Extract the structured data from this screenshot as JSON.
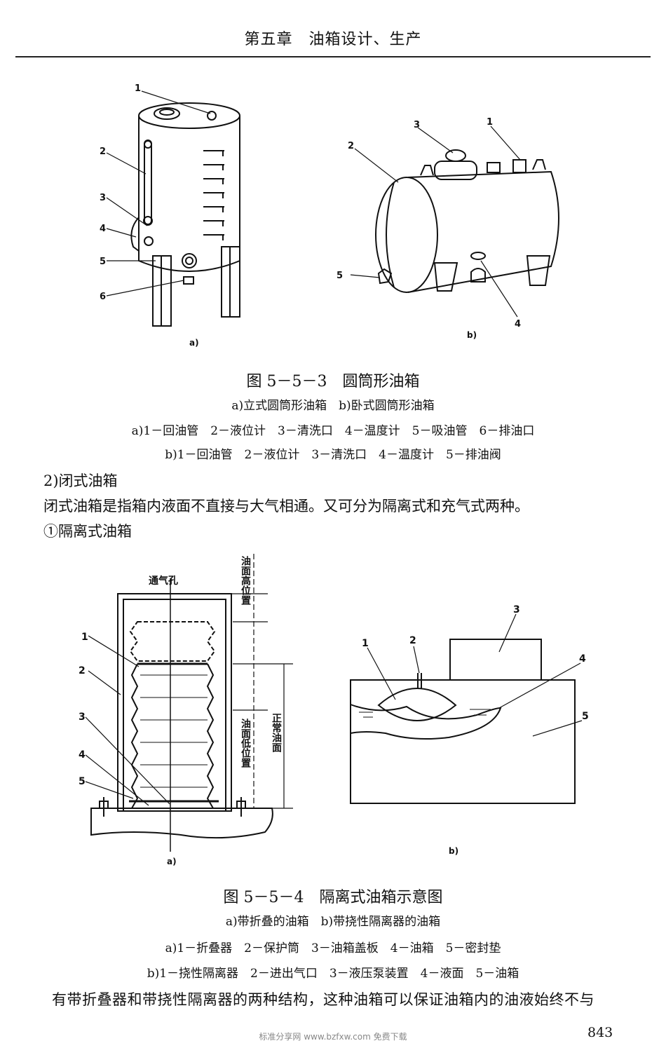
{
  "header": {
    "title": "第五章　油箱设计、生产"
  },
  "figure1": {
    "panel_a": {
      "label": "a)",
      "callouts": [
        "1",
        "2",
        "3",
        "4",
        "5",
        "6"
      ]
    },
    "panel_b": {
      "label": "b)",
      "callouts": [
        "1",
        "2",
        "3",
        "4",
        "5"
      ]
    },
    "caption_title": "图 5－5－3　圆筒形油箱",
    "caption_sub": "a)立式圆筒形油箱　b)卧式圆筒形油箱",
    "legend_a": "a)1－回油管　2－液位计　3－清洗口　4－温度计　5－吸油管　6－排油口",
    "legend_b": "b)1－回油管　2－液位计　3－清洗口　4－温度计　5－排油阀"
  },
  "section": {
    "heading": "2)闭式油箱",
    "text": "闭式油箱是指箱内液面不直接与大气相通。又可分为隔离式和充气式两种。",
    "subheading": "①隔离式油箱"
  },
  "figure2": {
    "panel_a": {
      "label": "a)",
      "vent_label": "通气孔",
      "dim_high": "油面高位置",
      "dim_low": "油面低位置",
      "dim_normal": "正常油面",
      "callouts": [
        "1",
        "2",
        "3",
        "4",
        "5"
      ]
    },
    "panel_b": {
      "label": "b)",
      "callouts": [
        "1",
        "2",
        "3",
        "4",
        "5"
      ]
    },
    "caption_title": "图 5－5－4　隔离式油箱示意图",
    "caption_sub": "a)带折叠的油箱　b)带挠性隔离器的油箱",
    "legend_a": "a)1－折叠器　2－保护筒　3－油箱盖板　4－油箱　5－密封垫",
    "legend_b": "b)1－挠性隔离器　2－进出气口　3－液压泵装置　4－液面　5－油箱"
  },
  "closing_text": "有带折叠器和带挠性隔离器的两种结构，这种油箱可以保证油箱内的油液始终不与",
  "footer": {
    "site": "标准分享网 www.bzfxw.com 免费下载",
    "page": "843"
  }
}
